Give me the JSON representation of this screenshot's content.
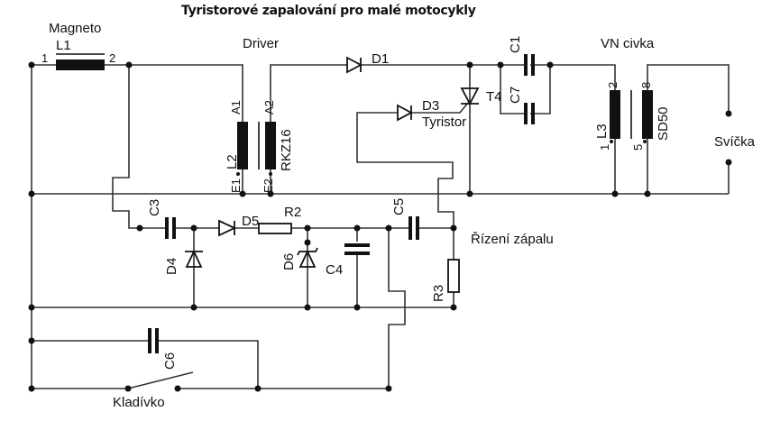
{
  "title": "Tyristorové zapalování pro malé motocykly",
  "labels": {
    "magneto": "Magneto",
    "l1": "L1",
    "l1_pin1": "1",
    "l1_pin2": "2",
    "driver": "Driver",
    "a1": "A1",
    "a2": "A2",
    "l2": "L2",
    "rkz16": "RKZ16",
    "e1": "E1",
    "e2": "E2",
    "d1": "D1",
    "d3": "D3",
    "tyristor": "Tyristor",
    "t4": "T4",
    "c1": "C1",
    "c7": "C7",
    "vn_civka": "VN civka",
    "l3": "L3",
    "l3_pin2": "2",
    "l3_pin1": "1",
    "sd50": "SD50",
    "sd50_pin8": "8",
    "sd50_pin5": "5",
    "svicka": "Svíčka",
    "c3": "C3",
    "d5": "D5",
    "r2": "R2",
    "d4": "D4",
    "d6": "D6",
    "c4": "C4",
    "c5": "C5",
    "rizeni_zapalu": "Řízení zápalu",
    "r3": "R3",
    "c6": "C6",
    "kladivko": "Kladívko"
  }
}
